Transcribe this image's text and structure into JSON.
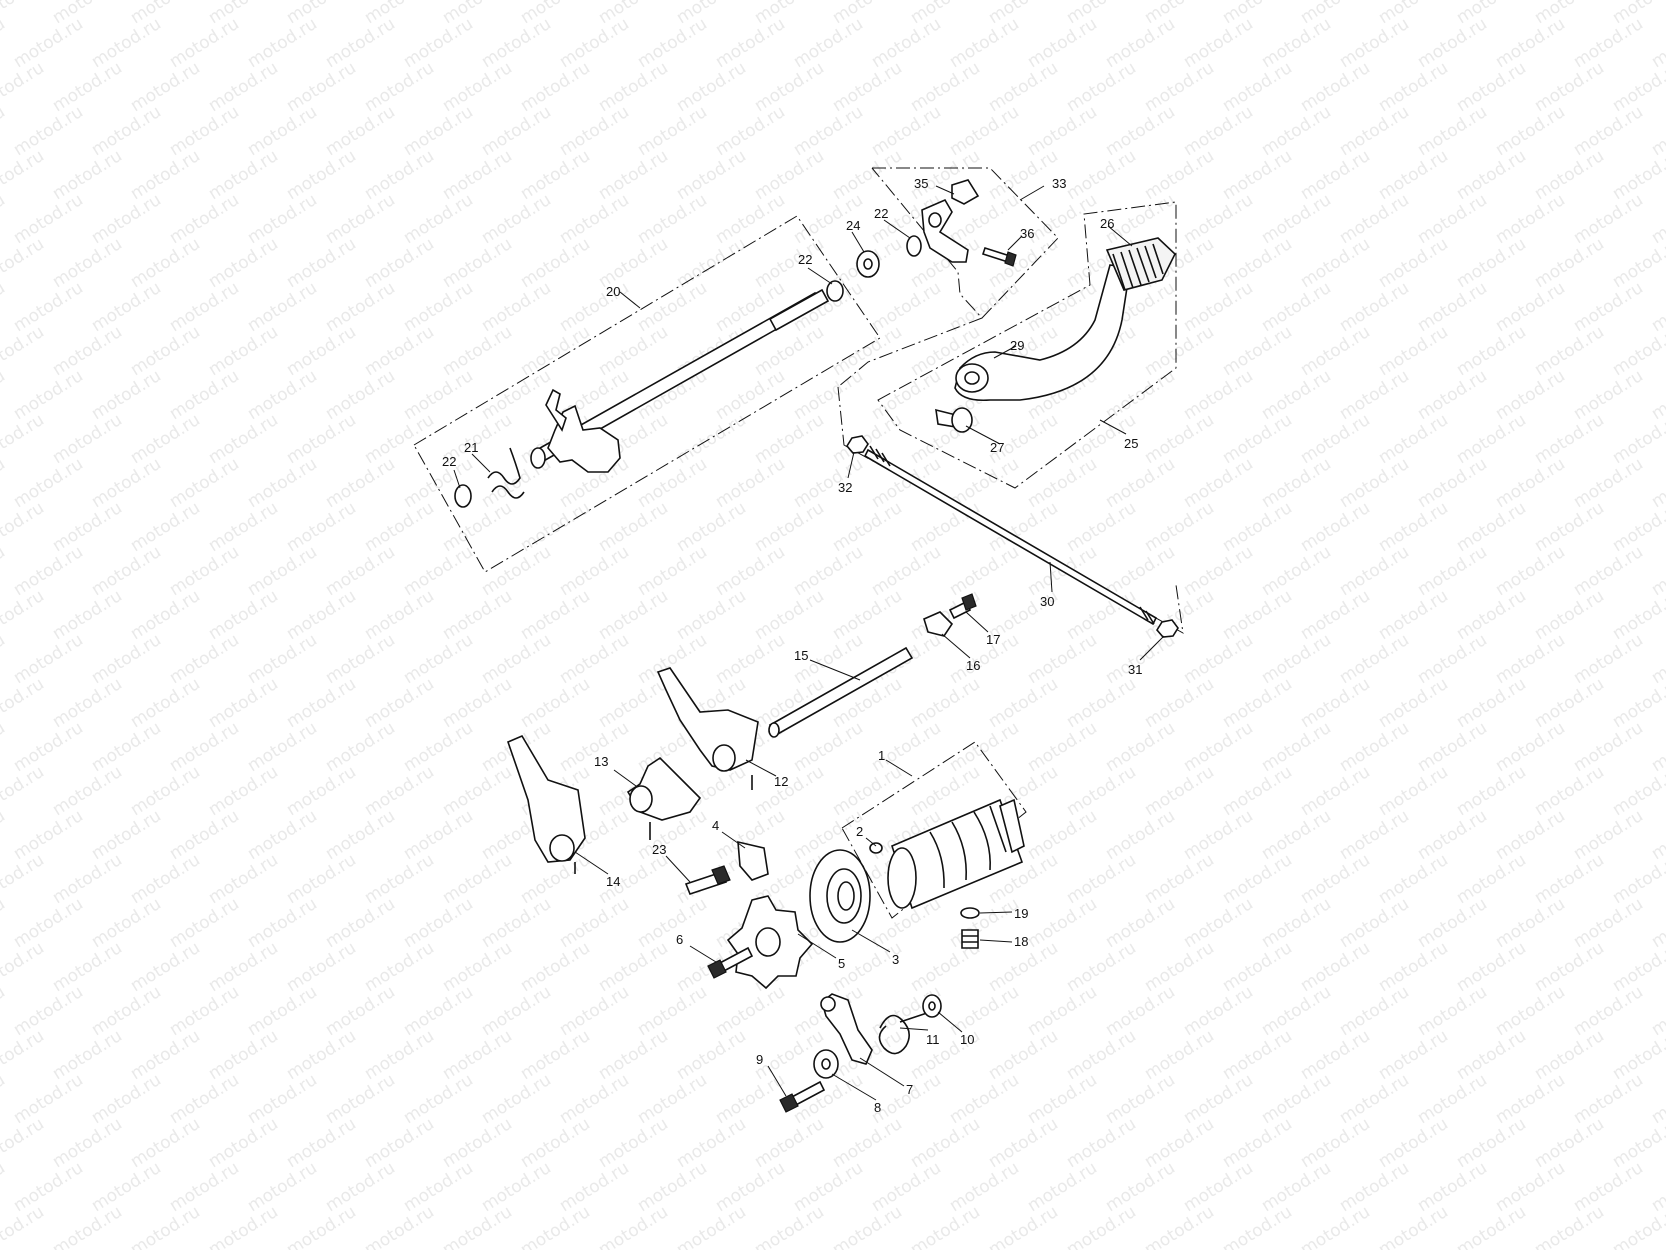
{
  "watermark": "motod.ru",
  "colors": {
    "line": "#111111",
    "watermark": "#e9e9e9",
    "background": "#ffffff"
  },
  "callouts": [
    "1",
    "2",
    "3",
    "4",
    "5",
    "6",
    "7",
    "8",
    "9",
    "10",
    "11",
    "12",
    "13",
    "14",
    "15",
    "16",
    "17",
    "18",
    "19",
    "20",
    "21",
    "22",
    "23",
    "24",
    "25",
    "26",
    "27",
    "29",
    "30",
    "31",
    "32",
    "33",
    "35",
    "36"
  ]
}
